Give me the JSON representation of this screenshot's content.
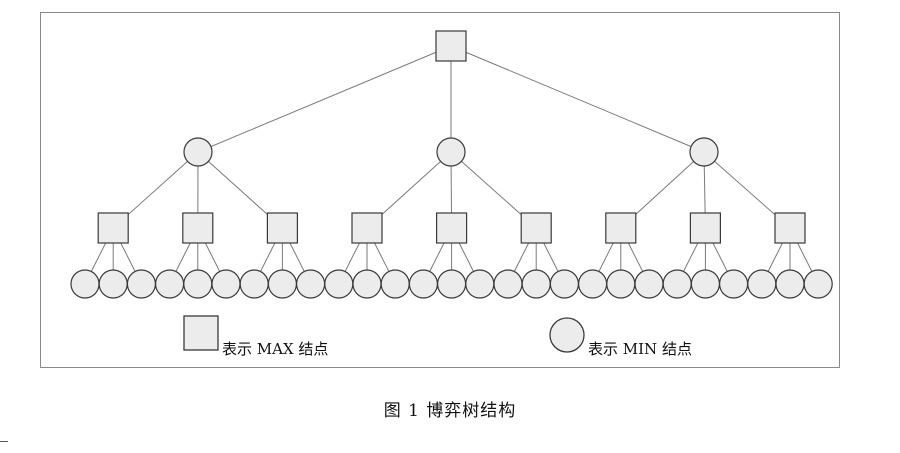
{
  "legend": {
    "max_label": "表示 MAX 结点",
    "min_label": "表示 MIN 结点"
  },
  "caption": "图 1    博弈树结构",
  "tree": {
    "root_type": "MAX",
    "levels": [
      "MAX",
      "MIN",
      "MAX",
      "MIN"
    ],
    "branching_factor": 3,
    "depth": 3
  },
  "colors": {
    "node_fill": "#ececec",
    "node_stroke": "#3a3a3a",
    "edge": "#7a7a7a",
    "border": "#8a8a8a"
  }
}
